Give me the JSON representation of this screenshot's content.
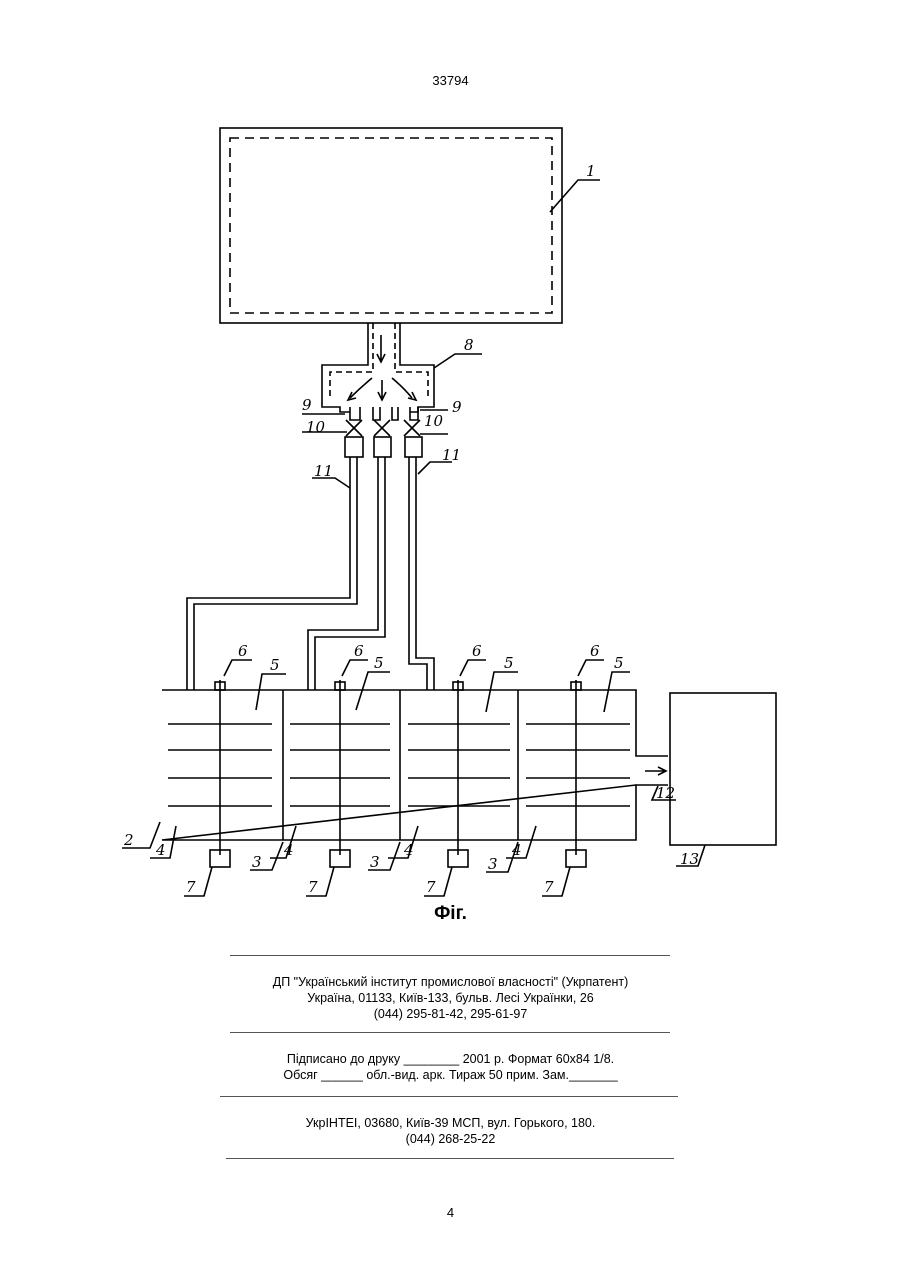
{
  "header": {
    "doc_number": "33794"
  },
  "figure": {
    "labels": {
      "l1": "1",
      "l2": "2",
      "l3a": "3",
      "l3b": "3",
      "l3c": "3",
      "l4a": "4",
      "l4b": "4",
      "l4c": "4",
      "l4d": "4",
      "l5a": "5",
      "l5b": "5",
      "l5c": "5",
      "l5d": "5",
      "l6a": "6",
      "l6b": "6",
      "l6c": "6",
      "l6d": "6",
      "l7a": "7",
      "l7b": "7",
      "l7c": "7",
      "l7d": "7",
      "l8": "8",
      "l9a": "9",
      "l9b": "9",
      "l10a": "10",
      "l10b": "10",
      "l11a": "11",
      "l11b": "11",
      "l12": "12",
      "l13": "13"
    },
    "caption": "Фіг."
  },
  "publisher": {
    "line1": "ДП \"Український інститут промислової власності\" (Укрпатент)",
    "line2": "Україна, 01133, Київ-133, бульв. Лесі Українки, 26",
    "line3": "(044) 295-81-42, 295-61-97"
  },
  "print_info": {
    "line1": "Підписано до друку ________ 2001 р.    Формат 60х84 1/8.",
    "line2": "Обсяг ______ обл.-вид. арк.   Тираж 50 прим.    Зам._______"
  },
  "printer": {
    "line1": "УкрІНТЕІ, 03680, Київ-39 МСП, вул. Горького, 180.",
    "line2": "(044) 268-25-22"
  },
  "footer": {
    "page_number": "4"
  }
}
